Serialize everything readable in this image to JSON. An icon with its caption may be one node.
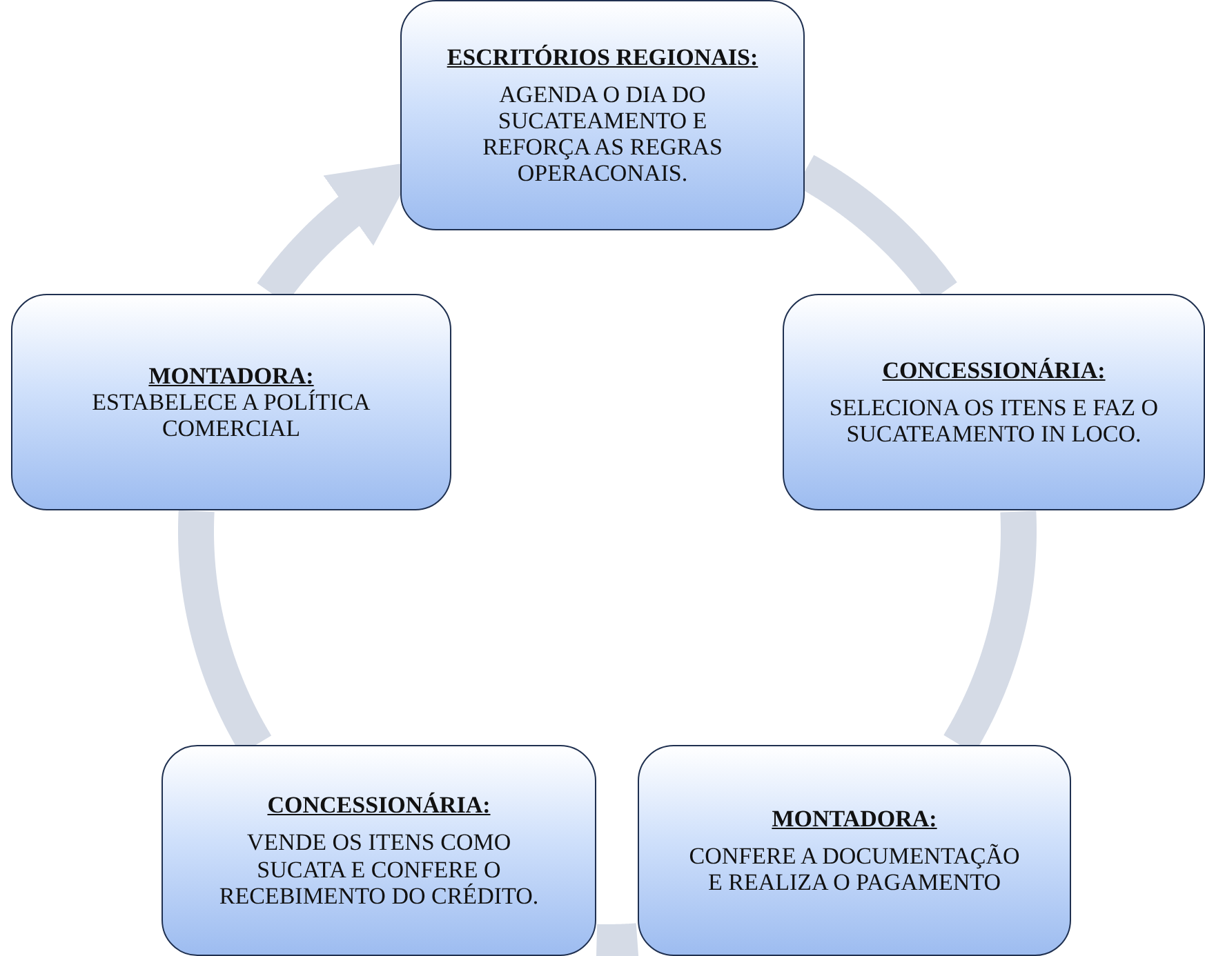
{
  "diagram": {
    "nodes": [
      {
        "text": [
          "ESCRITÓRIOS REGIONAIS:",
          "AGENDA O DIA DO SUCATEAMENTO E REFORÇA AS REGRAS OPERACONAIS."
        ]
      },
      {
        "text": [
          "CONCESSIONÁRIA:",
          "SELECIONA OS ITENS E FAZ O SUCATEAMENTO IN LOCO."
        ]
      },
      {
        "text": [
          "MONTADORA:",
          "CONFERE A DOCUMENTAÇÃO E REALIZA O PAGAMENTO"
        ]
      },
      {
        "text": [
          "CONCESSIONÁRIA:",
          "VENDE OS ITENS COMO SUCATA E CONFERE O RECEBIMENTO DO CRÉDITO."
        ]
      },
      {
        "text": [
          "MONTADORA:",
          "ESTABELECE A POLÍTICA COMERCIAL"
        ]
      }
    ],
    "edges": [
      {
        "from": 0,
        "to": 1,
        "arrow": "none"
      },
      {
        "from": 1,
        "to": 2,
        "arrow": "none"
      },
      {
        "from": 2,
        "to": 3,
        "arrow": "none"
      },
      {
        "from": 3,
        "to": 4,
        "arrow": "none"
      },
      {
        "from": 4,
        "to": 0,
        "arrow": "to"
      }
    ]
  }
}
